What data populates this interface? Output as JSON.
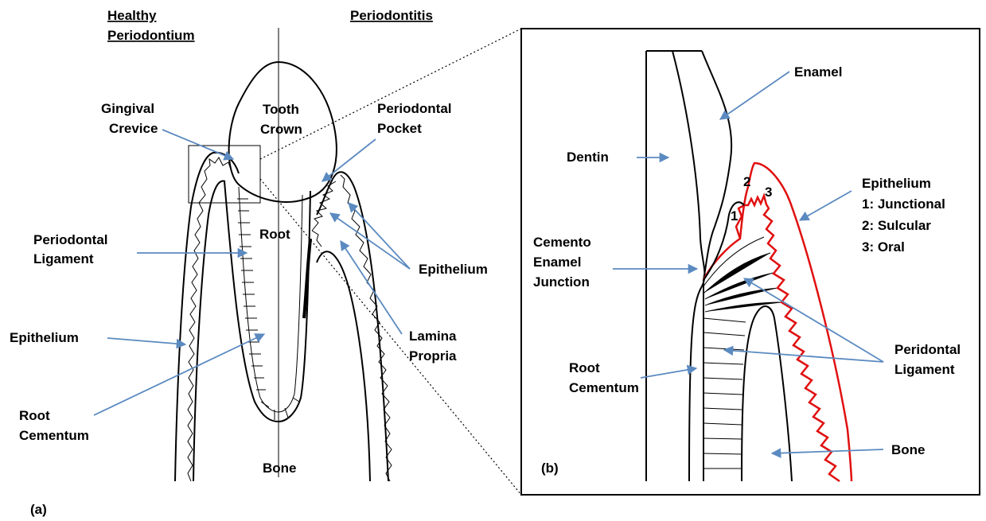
{
  "panel_a": {
    "label": "(a)",
    "headers": {
      "healthy_1": "Healthy",
      "healthy_2": "Periodontium",
      "disease": "Periodontitis"
    },
    "labels": {
      "gingival_1": "Gingival",
      "gingival_2": "Crevice",
      "crown_1": "Tooth",
      "crown_2": "Crown",
      "pocket_1": "Periodontal",
      "pocket_2": "Pocket",
      "root": "Root",
      "ligament_1": "Periodontal",
      "ligament_2": "Ligament",
      "epithelium_right": "Epithelium",
      "epithelium_left": "Epithelium",
      "lamina_1": "Lamina",
      "lamina_2": "Propria",
      "cementum_1": "Root",
      "cementum_2": "Cementum",
      "bone": "Bone"
    }
  },
  "panel_b": {
    "label": "(b)",
    "labels": {
      "enamel": "Enamel",
      "dentin": "Dentin",
      "epithelium_title": "Epithelium",
      "epithelium_1": "1: Junctional",
      "epithelium_2": "2: Sulcular",
      "epithelium_3": "3: Oral",
      "cej_1": "Cemento",
      "cej_2": "Enamel",
      "cej_3": "Junction",
      "ligament_1": "Peridontal",
      "ligament_2": "Ligament",
      "cementum_1": "Root",
      "cementum_2": "Cementum",
      "bone": "Bone",
      "num_1": "1",
      "num_2": "2",
      "num_3": "3"
    }
  },
  "colors": {
    "arrow": "#5b8ac0",
    "epithelium_outline": "#e01010",
    "line": "#000000"
  }
}
